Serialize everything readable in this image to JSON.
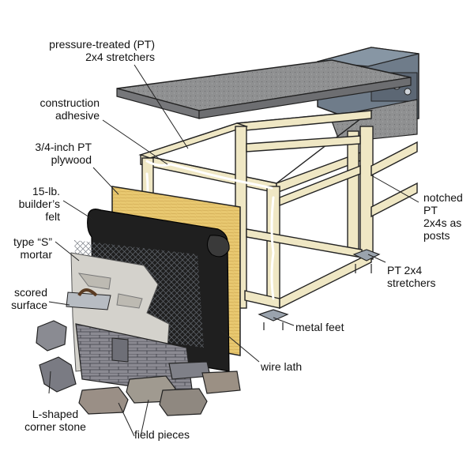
{
  "labels": {
    "pt_stretchers_top": [
      "pressure-treated (PT)",
      "2x4 stretchers"
    ],
    "construction_adhesive": [
      "construction",
      "adhesive"
    ],
    "plywood": [
      "3/4-inch PT",
      "plywood"
    ],
    "felt": [
      "15-lb.",
      "builder’s",
      "felt"
    ],
    "mortar": [
      "type “S”",
      "mortar"
    ],
    "scored_surface": [
      "scored",
      "surface"
    ],
    "l_corner": [
      "L-shaped",
      "corner stone"
    ],
    "field_pieces": [
      "field pieces"
    ],
    "wire_lath": [
      "wire lath"
    ],
    "metal_feet": [
      "metal feet"
    ],
    "pt_stretchers_bottom": [
      "PT 2x4",
      "stretchers"
    ],
    "notched_posts": [
      "notched",
      "PT",
      "2x4s as",
      "posts"
    ]
  },
  "colors": {
    "lumber": "#efe7c4",
    "countertop": "#8f9091",
    "plywood": "#e8c870",
    "felt": "#1f1f1f",
    "mortar": "#d4d2cc",
    "stone": "#8a8b92",
    "grill": "#6f7c8a",
    "adhesive": "#ffffff"
  }
}
